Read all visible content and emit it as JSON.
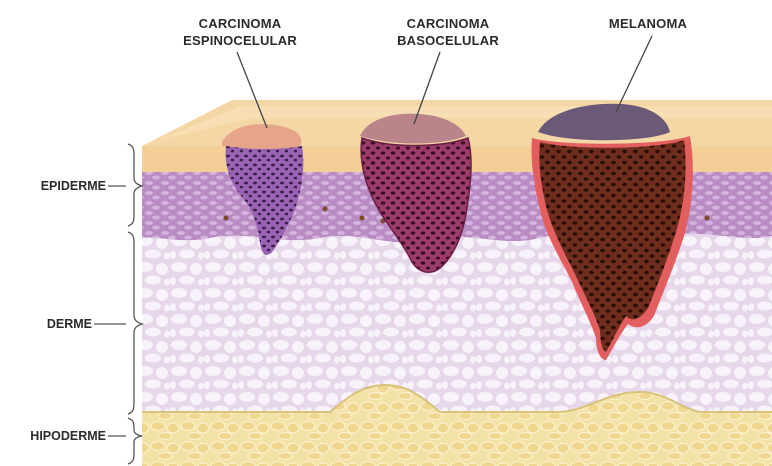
{
  "tumors": {
    "squamous": {
      "line1": "CARCINOMA",
      "line2": "ESPINOCELULAR"
    },
    "basal": {
      "line1": "CARCINOMA",
      "line2": "BASOCELULAR"
    },
    "melanoma": {
      "line1": "MELANOMA"
    }
  },
  "layers": {
    "epidermis": "EPIDERME",
    "dermis": "DERME",
    "hypodermis": "HIPODERME"
  },
  "colors": {
    "skin_surface": "#f5d7a6",
    "epidermis": "#b98cc4",
    "dermis": "#e6d8ea",
    "dermis_cell": "#f8f3fa",
    "hypodermis": "#f3e2a6",
    "fat_cell": "#f0d790",
    "squamous": "#8e55a8",
    "basal": "#8a2c5b",
    "melanoma": "#5a2418",
    "melanoma_edge": "#e35f5f"
  }
}
